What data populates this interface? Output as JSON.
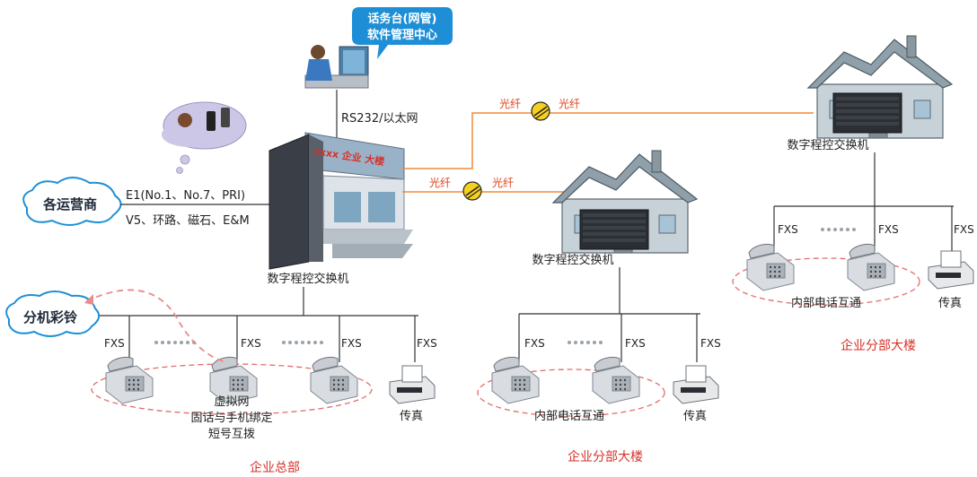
{
  "network_center": {
    "title_line1": "话务台(网管)",
    "title_line2": "软件管理中心",
    "link_label": "RS232/以太网"
  },
  "headquarters": {
    "building_sign": "xxxx 企业 大楼",
    "switch_label": "数字程控交换机",
    "footer": "企业总部",
    "operator_cloud": "各运营商",
    "trunk_line1": "E1(No.1、No.7、PRI)",
    "trunk_line2": "V5、环路、磁石、E&M",
    "ringback_cloud": "分机彩铃",
    "fxs_labels": [
      "FXS",
      "FXS",
      "FXS",
      "FXS"
    ],
    "group_line1": "虚拟网",
    "group_line2": "固话与手机绑定",
    "group_line3": "短号互拨",
    "fax_label": "传真"
  },
  "fiber_links": {
    "upper_left": "光纤",
    "upper_right": "光纤",
    "lower_left": "光纤",
    "lower_right": "光纤"
  },
  "branch_middle": {
    "switch_label": "数字程控交换机",
    "fxs_labels": [
      "FXS",
      "FXS",
      "FXS"
    ],
    "group_label": "内部电话互通",
    "fax_label": "传真",
    "footer": "企业分部大楼"
  },
  "branch_right": {
    "switch_label": "数字程控交换机",
    "fxs_labels": [
      "FXS",
      "FXS",
      "FXS"
    ],
    "group_label": "内部电话互通",
    "fax_label": "传真",
    "footer": "企业分部大楼"
  },
  "colors": {
    "fiber": "#f08a3c",
    "footer_red": "#d8302a",
    "dashed_group": "#e36b6b",
    "bubble_blue": "#1e8fd6"
  }
}
